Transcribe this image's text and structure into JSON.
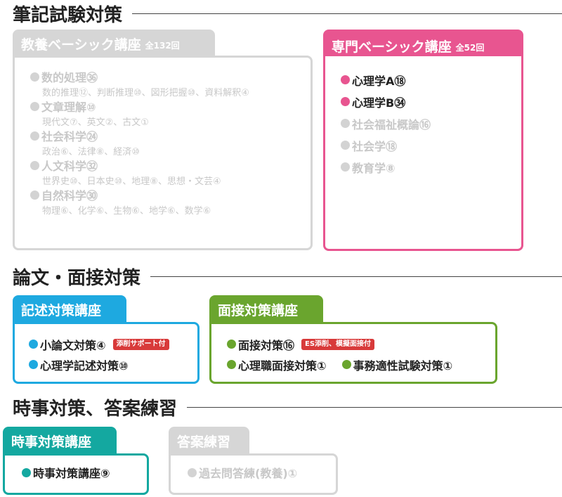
{
  "sections": [
    {
      "title": "筆記試験対策"
    },
    {
      "title": "論文・面接対策"
    },
    {
      "title": "時事対策、答案練習"
    }
  ],
  "kyoyo": {
    "title": "教養ベーシック講座",
    "count": "全132回",
    "color": "#d6d6d6",
    "items": [
      {
        "label": "数的処理㊱",
        "sub": "数的推理⑫、判断推理⑩、図形把握⑩、資料解釈④"
      },
      {
        "label": "文章理解⑩",
        "sub": "現代文⑦、英文②、古文①"
      },
      {
        "label": "社会科学㉔",
        "sub": "政治⑥、法律⑧、経済⑩"
      },
      {
        "label": "人文科学㉜",
        "sub": "世界史⑩、日本史⑩、地理⑧、思想・文芸④"
      },
      {
        "label": "自然科学㉚",
        "sub": "物理⑥、化学⑥、生物⑥、地学⑥、数学⑥"
      }
    ]
  },
  "senmon": {
    "title": "専門ベーシック講座",
    "count": "全52回",
    "color": "#e85590",
    "items": [
      {
        "label": "心理学A⑱",
        "active": true
      },
      {
        "label": "心理学B㉞",
        "active": true
      },
      {
        "label": "社会福祉概論⑯",
        "active": false
      },
      {
        "label": "社会学⑱",
        "active": false
      },
      {
        "label": "教育学⑧",
        "active": false
      }
    ]
  },
  "kijutsu": {
    "title": "記述対策講座",
    "color": "#1ea9e0",
    "items": [
      {
        "label": "小論文対策④",
        "badge": "添削サポート付"
      },
      {
        "label": "心理学記述対策⑩"
      }
    ]
  },
  "mensetsu": {
    "title": "面接対策講座",
    "color": "#6aa52e",
    "items": [
      {
        "label": "面接対策⑯",
        "badge": "ES添削、模擬面接付"
      },
      {
        "label": "心理職面接対策①"
      },
      {
        "label": "事務適性試験対策①"
      }
    ]
  },
  "jiji": {
    "title": "時事対策講座",
    "color": "#14a8a0",
    "items": [
      {
        "label": "時事対策講座⑨"
      }
    ]
  },
  "toan": {
    "title": "答案練習",
    "color": "#d6d6d6",
    "items": [
      {
        "label": "過去問答練(教養)①"
      }
    ]
  }
}
